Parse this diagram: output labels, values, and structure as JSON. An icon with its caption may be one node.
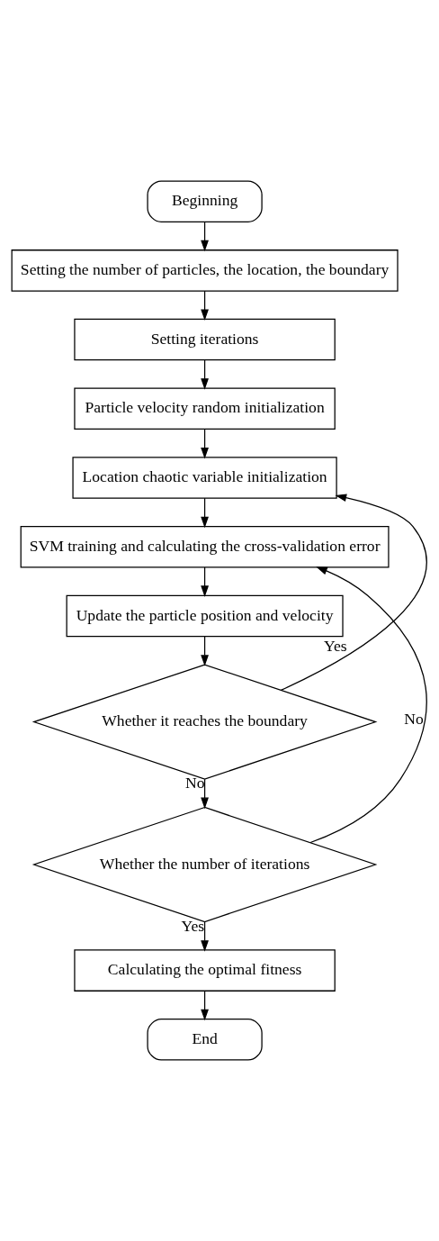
{
  "diagram": {
    "nodes": [
      {
        "text": [
          "Beginning"
        ]
      },
      {
        "text": [
          "Setting the number of particles, the location, the boundary"
        ]
      },
      {
        "text": [
          "Setting iterations"
        ]
      },
      {
        "text": [
          "Particle velocity random initialization"
        ]
      },
      {
        "text": [
          "Location chaotic variable initialization"
        ]
      },
      {
        "text": [
          "SVM training and calculating the cross-validation error"
        ]
      },
      {
        "text": [
          "Update the particle position and velocity"
        ]
      },
      {
        "text": [
          "Whether it reaches the boundary"
        ]
      },
      {
        "text": [
          "Whether the number of iterations"
        ]
      },
      {
        "text": [
          "Calculating the optimal fitness"
        ]
      },
      {
        "text": [
          "End"
        ]
      }
    ],
    "edges": [
      {
        "from": 0,
        "to": 1,
        "arrow": "to"
      },
      {
        "from": 1,
        "to": 2,
        "arrow": "to"
      },
      {
        "from": 2,
        "to": 3,
        "arrow": "to"
      },
      {
        "from": 3,
        "to": 4,
        "arrow": "to"
      },
      {
        "from": 4,
        "to": 5,
        "arrow": "to"
      },
      {
        "from": 5,
        "to": 6,
        "arrow": "to"
      },
      {
        "from": 6,
        "to": 7,
        "arrow": "to"
      },
      {
        "from": 7,
        "to": 4,
        "arrow": "to",
        "label": "Yes"
      },
      {
        "from": 7,
        "to": 8,
        "arrow": "to",
        "label": "No"
      },
      {
        "from": 8,
        "to": 5,
        "arrow": "to",
        "label": "No"
      },
      {
        "from": 8,
        "to": 9,
        "arrow": "to",
        "label": "Yes"
      },
      {
        "from": 9,
        "to": 10,
        "arrow": "to"
      }
    ]
  }
}
